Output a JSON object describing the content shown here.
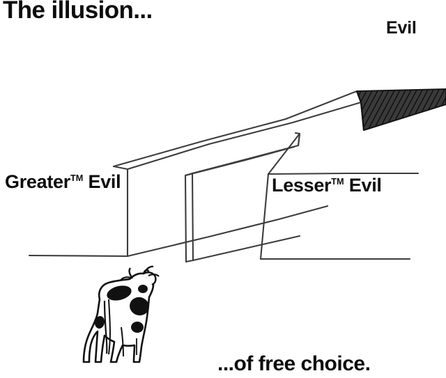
{
  "meme": {
    "title": "The illusion...",
    "bottom_caption": "...of free choice.",
    "labels": {
      "evil": "Evil",
      "greater_evil_word": "Greater",
      "greater_evil_rest": " Evil",
      "lesser_evil_word": "Lesser",
      "lesser_evil_rest": " Evil",
      "trademark": "TM"
    },
    "colors": {
      "ink": "#0d0d0d",
      "line": "#3c3c3c",
      "hatch_fill": "#3a3a3a",
      "hatch_stroke": "#141414",
      "background": "#ffffff",
      "cow_spot": "#111111"
    },
    "illustration": {
      "subject": "cattle-chute-perspective-drawing",
      "animal": "cow",
      "elements": [
        "left-wall",
        "middle-divider-wall",
        "right-wall",
        "ground-line-left",
        "ground-line-right",
        "dark-hatched-wedge",
        "cow-figure"
      ]
    }
  }
}
